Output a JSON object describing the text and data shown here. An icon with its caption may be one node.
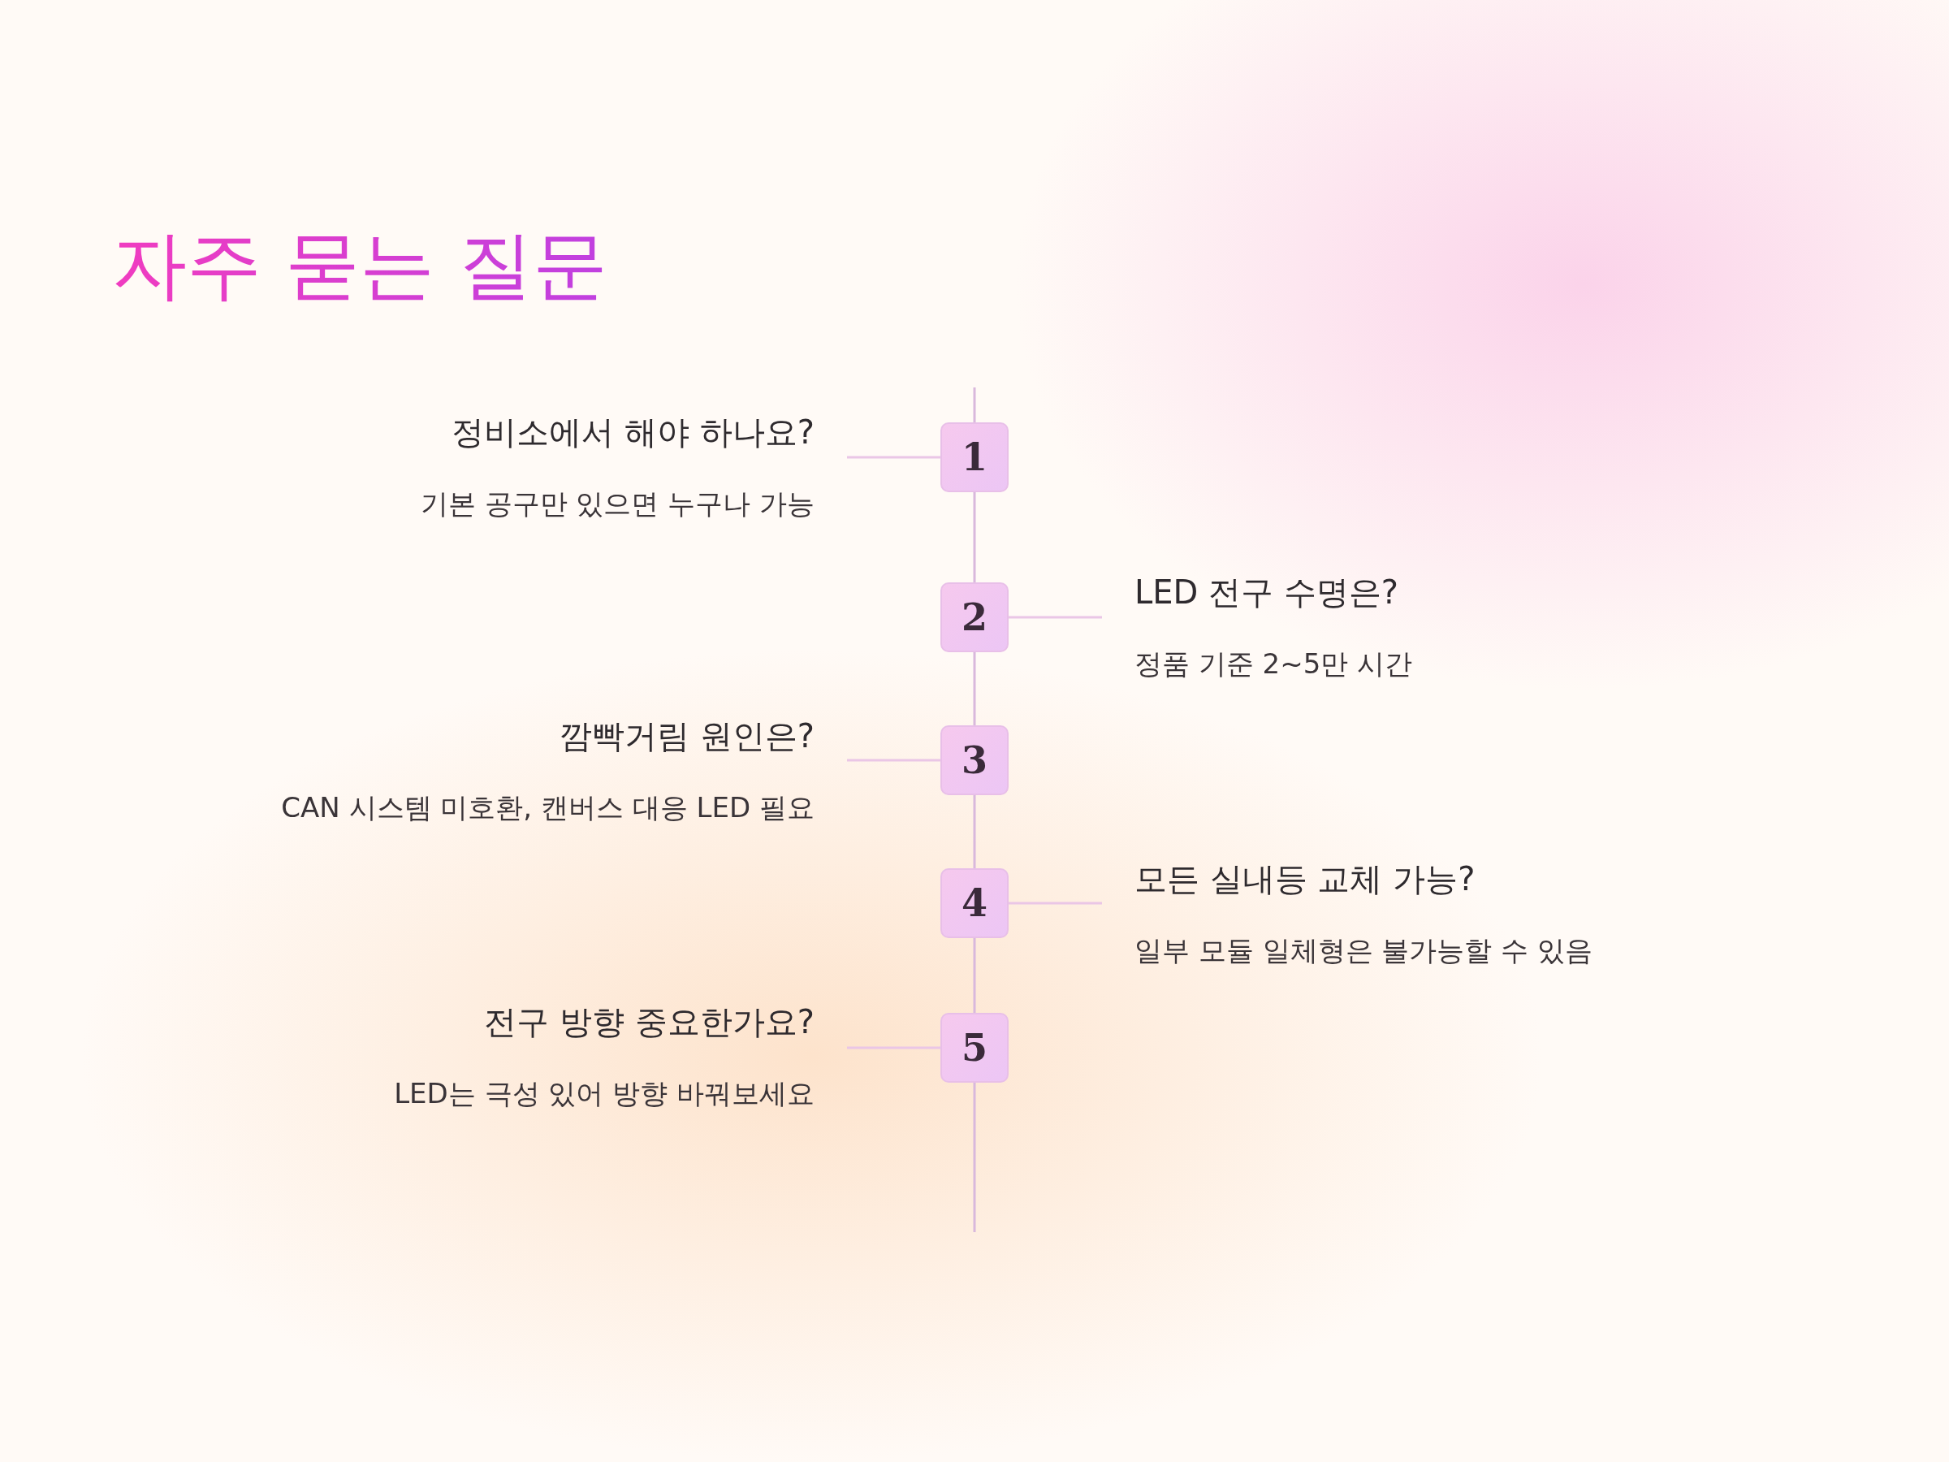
{
  "diagram": {
    "title": "자주 묻는 질문",
    "nodes": [
      {
        "text": [
          "1"
        ]
      },
      {
        "text": [
          "2"
        ]
      },
      {
        "text": [
          "3"
        ]
      },
      {
        "text": [
          "4"
        ]
      },
      {
        "text": [
          "5"
        ]
      },
      {
        "text": [
          "정비소에서 해야 하나요?",
          "기본 공구만 있으면 누구나 가능"
        ]
      },
      {
        "text": [
          "LED 전구 수명은?",
          "정품 기준 2~5만 시간"
        ]
      },
      {
        "text": [
          "깜빡거림 원인은?",
          "CAN 시스템 미호환, 캔버스 대응 LED 필요"
        ]
      },
      {
        "text": [
          "모든 실내등 교체 가능?",
          "일부 모듈 일체형은 불가능할 수 있음"
        ]
      },
      {
        "text": [
          "전구 방향 중요한가요?",
          "LED는 극성 있어 방향 바꿔보세요"
        ]
      }
    ],
    "edges": [
      {
        "from": 0,
        "to": 5,
        "arrow": "none"
      },
      {
        "from": 1,
        "to": 6,
        "arrow": "none"
      },
      {
        "from": 2,
        "to": 7,
        "arrow": "none"
      },
      {
        "from": 3,
        "to": 8,
        "arrow": "none"
      },
      {
        "from": 4,
        "to": 9,
        "arrow": "none"
      },
      {
        "from": 0,
        "to": 1,
        "arrow": "none"
      },
      {
        "from": 1,
        "to": 2,
        "arrow": "none"
      },
      {
        "from": 2,
        "to": 3,
        "arrow": "none"
      },
      {
        "from": 3,
        "to": 4,
        "arrow": "none"
      }
    ]
  }
}
